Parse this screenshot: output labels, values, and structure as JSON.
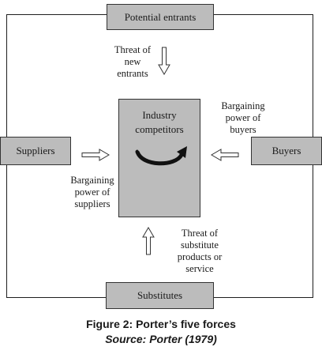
{
  "nodes": {
    "potential_entrants": "Potential entrants",
    "industry_line1": "Industry",
    "industry_line2": "competitors",
    "suppliers": "Suppliers",
    "buyers": "Buyers",
    "substitutes": "Substitutes"
  },
  "forces": {
    "threat_new_entrants": [
      "Threat of",
      "new",
      "entrants"
    ],
    "bargaining_buyers": [
      "Bargaining",
      "power of",
      "buyers"
    ],
    "bargaining_suppliers": [
      "Bargaining",
      "power of",
      "suppliers"
    ],
    "threat_substitutes": [
      "Threat of",
      "substitute",
      "products or",
      "service"
    ]
  },
  "caption": {
    "title": "Figure 2: Porter’s five forces",
    "source": "Source: Porter (1979)"
  },
  "colors": {
    "box_fill": "#bcbcbc",
    "line": "#1e1e1e"
  }
}
